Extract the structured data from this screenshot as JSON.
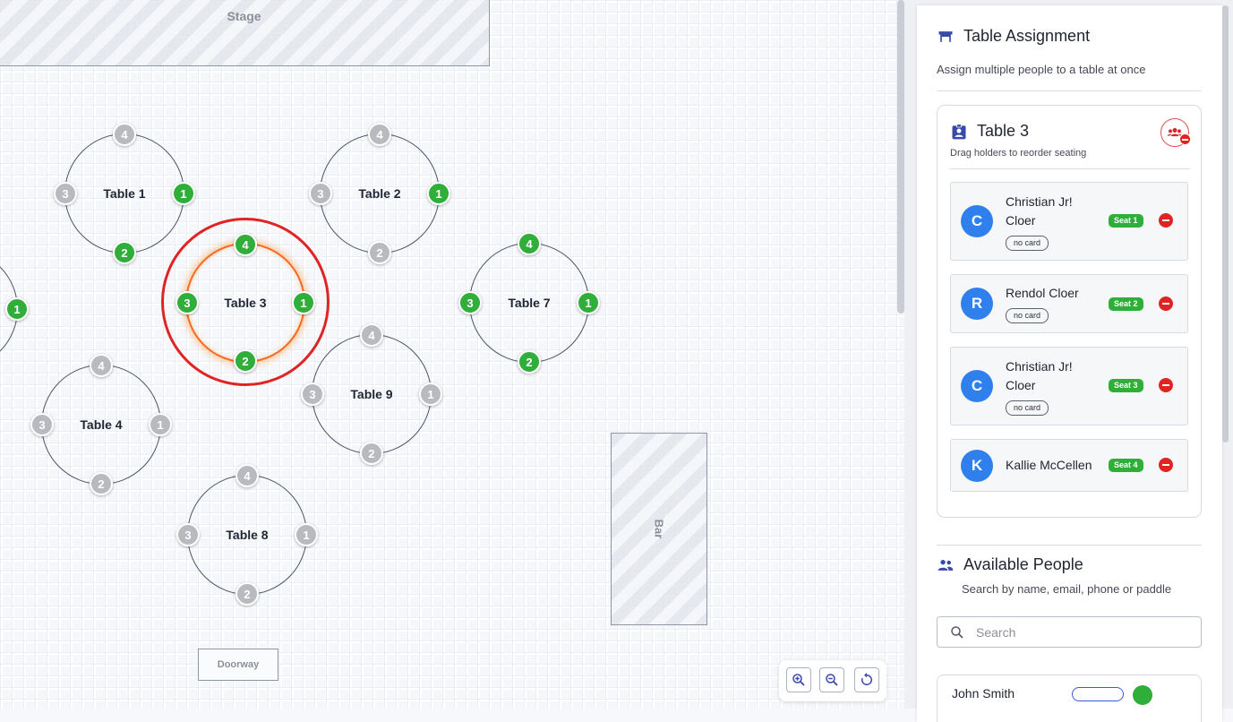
{
  "floor": {
    "stage_label": "Stage",
    "bar_label": "Bar",
    "doorway_label": "Doorway",
    "tables": [
      {
        "name": "Table 1",
        "seats": {
          "1": "filled",
          "2": "filled",
          "3": "empty",
          "4": "empty"
        }
      },
      {
        "name": "Table 2",
        "seats": {
          "1": "filled",
          "2": "empty",
          "3": "empty",
          "4": "empty"
        }
      },
      {
        "name": "Table 3",
        "selected": true,
        "seats": {
          "1": "filled",
          "2": "filled",
          "3": "filled",
          "4": "filled"
        }
      },
      {
        "name": "Table 7",
        "seats": {
          "1": "filled",
          "2": "filled",
          "3": "filled",
          "4": "filled"
        }
      },
      {
        "name": "Table 9",
        "seats": {
          "1": "empty",
          "2": "empty",
          "3": "empty",
          "4": "empty"
        }
      },
      {
        "name": "Table 4",
        "seats": {
          "1": "empty",
          "2": "empty",
          "3": "empty",
          "4": "empty"
        }
      },
      {
        "name": "Table 8",
        "seats": {
          "1": "empty",
          "2": "empty",
          "3": "empty",
          "4": "empty"
        }
      }
    ],
    "partial_seat_label": "1",
    "seat_labels": {
      "s1": "1",
      "s2": "2",
      "s3": "3",
      "s4": "4"
    },
    "zoom_controls": [
      "zoom-in-icon",
      "zoom-out-icon",
      "reset-icon"
    ]
  },
  "panel": {
    "title": "Table Assignment",
    "subtitle": "Assign multiple people to a table at once",
    "table_card": {
      "title": "Table 3",
      "subtitle": "Drag holders to reorder seating",
      "people": [
        {
          "initial": "C",
          "name": "Christian Jr! Cloer",
          "card": "no card",
          "seat": "Seat 1"
        },
        {
          "initial": "R",
          "name": "Rendol Cloer",
          "card": "no card",
          "seat": "Seat 2"
        },
        {
          "initial": "C",
          "name": "Christian Jr! Cloer",
          "card": "no card",
          "seat": "Seat 3"
        },
        {
          "initial": "K",
          "name": "Kallie McCellen",
          "card": "",
          "seat": "Seat 4"
        }
      ]
    },
    "available": {
      "title": "Available People",
      "subtitle": "Search by name, email, phone or paddle",
      "search_placeholder": "Search",
      "search_value": "",
      "first_person_partial": "John Smith"
    }
  },
  "colors": {
    "seat_filled": "#2fae3a",
    "seat_empty": "#b8babf",
    "selection_ring": "#e02424",
    "selected_table_glow": "#f46a1f",
    "avatar": "#2f80ed",
    "accent_icon": "#3949ab"
  }
}
